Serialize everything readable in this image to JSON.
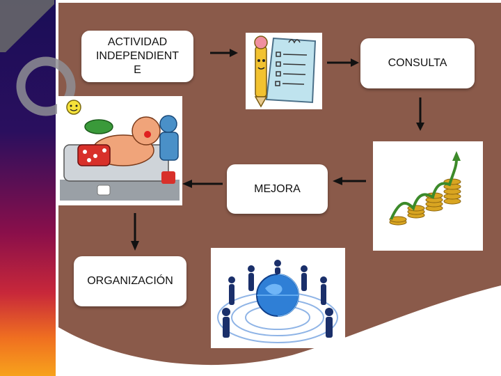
{
  "nodes": {
    "actividad": "ACTIVIDAD\nINDEPENDIENT\nE",
    "consulta": "CONSULTA",
    "mejora": "MEJORA",
    "organizacion": "ORGANIZACIÓN"
  },
  "images": {
    "checklist": "checklist-pencil-illustration",
    "growth": "coins-growth-illustration",
    "patient": "hospital-patient-cartoon",
    "globe": "people-around-globe-illustration"
  },
  "colors": {
    "panel": "#8a5a4a",
    "sidebar_top": "#1a0e57",
    "sidebar_bottom": "#f7a21c",
    "arrow": "#111111"
  }
}
